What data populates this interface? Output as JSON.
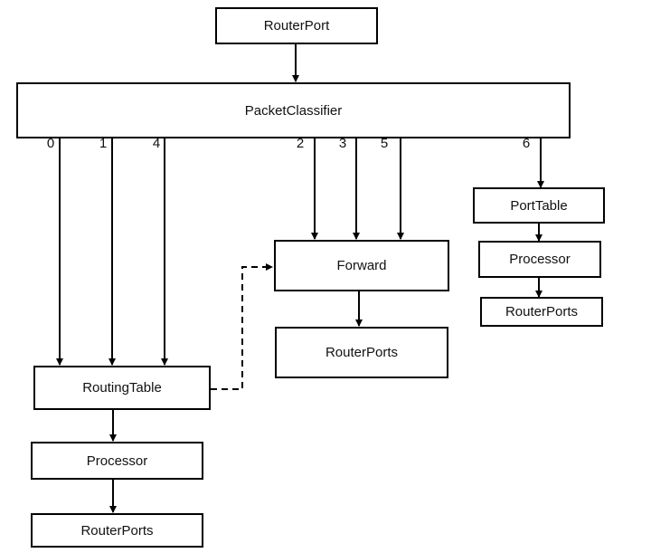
{
  "nodes": {
    "router_port": "RouterPort",
    "packet_classifier": "PacketClassifier",
    "port_table": "PortTable",
    "processor_right": "Processor",
    "router_ports_right": "RouterPorts",
    "forward": "Forward",
    "router_ports_middle": "RouterPorts",
    "routing_table": "RoutingTable",
    "processor_left": "Processor",
    "router_ports_left": "RouterPorts"
  },
  "port_labels": [
    "0",
    "1",
    "4",
    "2",
    "3",
    "5",
    "6"
  ]
}
